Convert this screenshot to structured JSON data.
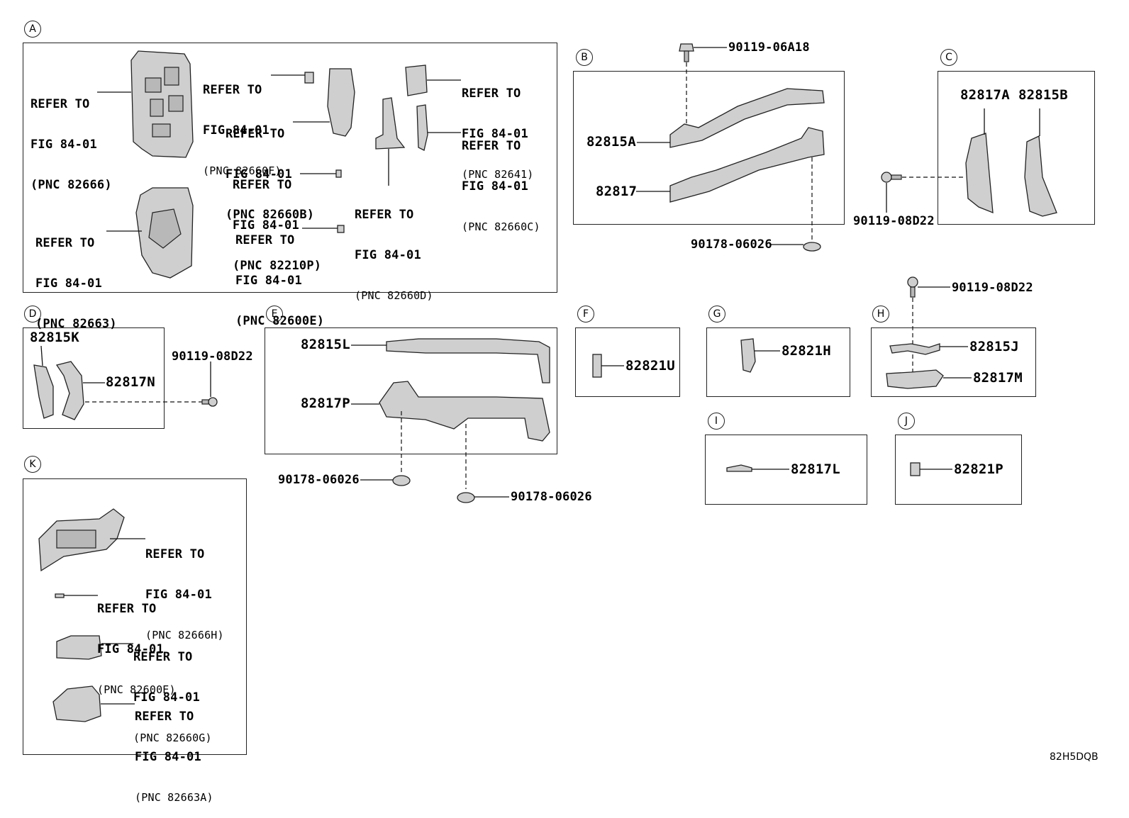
{
  "sections": [
    "A",
    "B",
    "C",
    "D",
    "E",
    "F",
    "G",
    "H",
    "I",
    "J",
    "K"
  ],
  "refer": {
    "line1": "REFER TO",
    "line2": "FIG 84-01",
    "pnc": {
      "a1": "(PNC 82666)",
      "a2": "(PNC 82660F)",
      "a3": "(PNC 82660B)",
      "a4": "(PNC 82210P)",
      "a5": "(PNC 82600E)",
      "a6": "(PNC 82663)",
      "a7": "(PNC 82641)",
      "a8": "(PNC 82660C)",
      "a9": "(PNC 82660D)",
      "k1": "(PNC 82666H)",
      "k2": "(PNC 82600E)",
      "k3": "(PNC 82660G)",
      "k4": "(PNC 82663A)"
    }
  },
  "parts": {
    "b_bolt": "90119-06A18",
    "b_upper": "82815A",
    "b_lower": "82817",
    "b_clip": "90178-06026",
    "c_a": "82817A",
    "c_b": "82815B",
    "c_bolt": "90119-08D22",
    "d_a": "82815K",
    "d_b": "82817N",
    "d_bolt": "90119-08D22",
    "e_upper": "82815L",
    "e_lower": "82817P",
    "e_clip1": "90178-06026",
    "e_clip2": "90178-06026",
    "f": "82821U",
    "g": "82821H",
    "h_bolt": "90119-08D22",
    "h_upper": "82815J",
    "h_lower": "82817M",
    "i": "82817L",
    "j": "82821P"
  },
  "diagram_code": "82H5DQB"
}
